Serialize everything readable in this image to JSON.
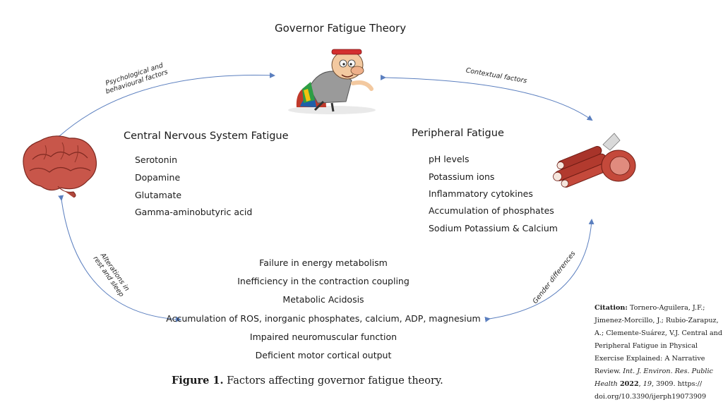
{
  "diagram": {
    "title": "Governor Fatigue Theory",
    "arrow_labels": {
      "top_left_1": "Psychological and",
      "top_left_2": "behavioural factors",
      "top_right": "Contextual factors",
      "bottom_left_1": "Alterations in",
      "bottom_left_2": "rest and sleep",
      "bottom_right": "Gender differences"
    },
    "central": {
      "heading": "Central Nervous System Fatigue",
      "items": [
        "Serotonin",
        "Dopamine",
        "Glutamate",
        "Gamma-aminobutyric acid"
      ]
    },
    "peripheral": {
      "heading": "Peripheral Fatigue",
      "items": [
        "pH levels",
        "Potassium ions",
        "Inflammatory cytokines",
        "Accumulation of phosphates",
        "Sodium Potassium & Calcium"
      ]
    },
    "center_items": [
      "Failure in energy metabolism",
      "Inefficiency in the contraction coupling",
      "Metabolic Acidosis",
      "Accumulation of ROS, inorganic phosphates, calcium, ADP, magnesium",
      "Impaired neuromuscular function",
      "Deficient motor cortical output"
    ],
    "colors": {
      "arrow": "#5b7fbf",
      "brain": "#c8564a",
      "muscle": "#b23a2e"
    }
  },
  "caption": {
    "label": "Figure 1.",
    "text": "Factors affecting governor fatigue theory."
  },
  "citation": {
    "label": "Citation:",
    "line1": "Tornero-Aguilera, J.F.;",
    "line2": "Jimenez-Morcillo, J.; Rubio-Zarapuz,",
    "line3": "A.; Clemente-Suárez, V.J. Central and",
    "line4": "Peripheral Fatigue in Physical",
    "line5": "Exercise Explained: A Narrative",
    "line6a": "Review.",
    "journal": "Int. J. Environ. Res. Public",
    "journal2": "Health",
    "year": "2022",
    "volume": "19",
    "pages": ", 3909.  https://",
    "doi": "doi.org/10.3390/ijerph19073909"
  }
}
